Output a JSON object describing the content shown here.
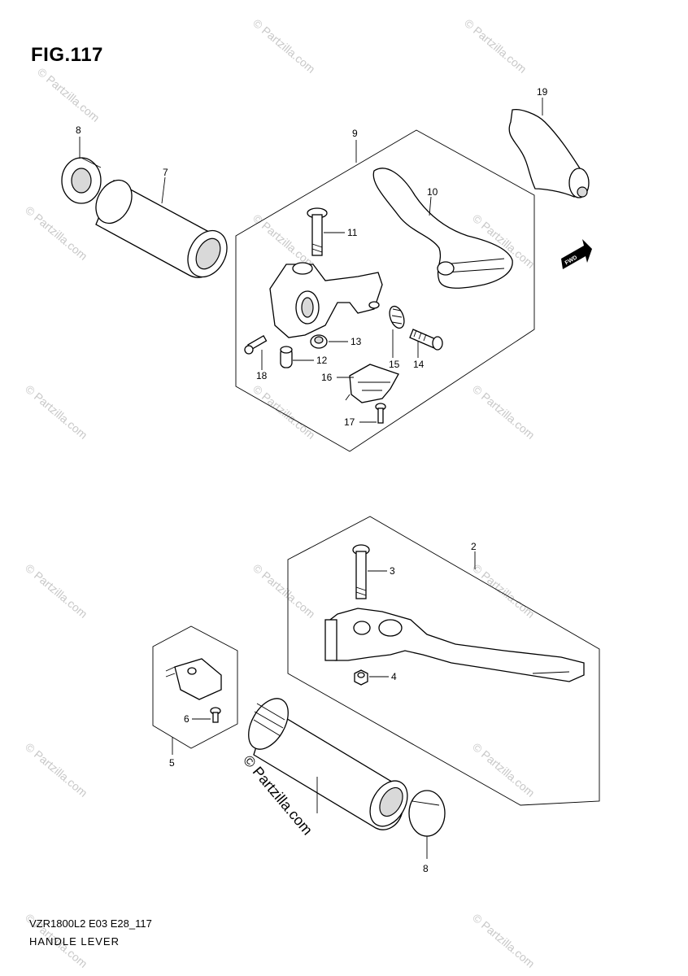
{
  "figure": {
    "title": "FIG.117",
    "model_code": "VZR1800L2 E03 E28_117",
    "name": "HANDLE LEVER"
  },
  "callouts": {
    "p2": "2",
    "p3": "3",
    "p4": "4",
    "p5": "5",
    "p6": "6",
    "p7": "7",
    "p8_top": "8",
    "p8_bottom": "8",
    "p9": "9",
    "p10": "10",
    "p11": "11",
    "p12": "12",
    "p13": "13",
    "p14": "14",
    "p15": "15",
    "p16": "16",
    "p17": "17",
    "p18": "18",
    "p19": "19",
    "fwd": "FWD"
  },
  "watermark": {
    "text": "© Partzilla.com"
  }
}
